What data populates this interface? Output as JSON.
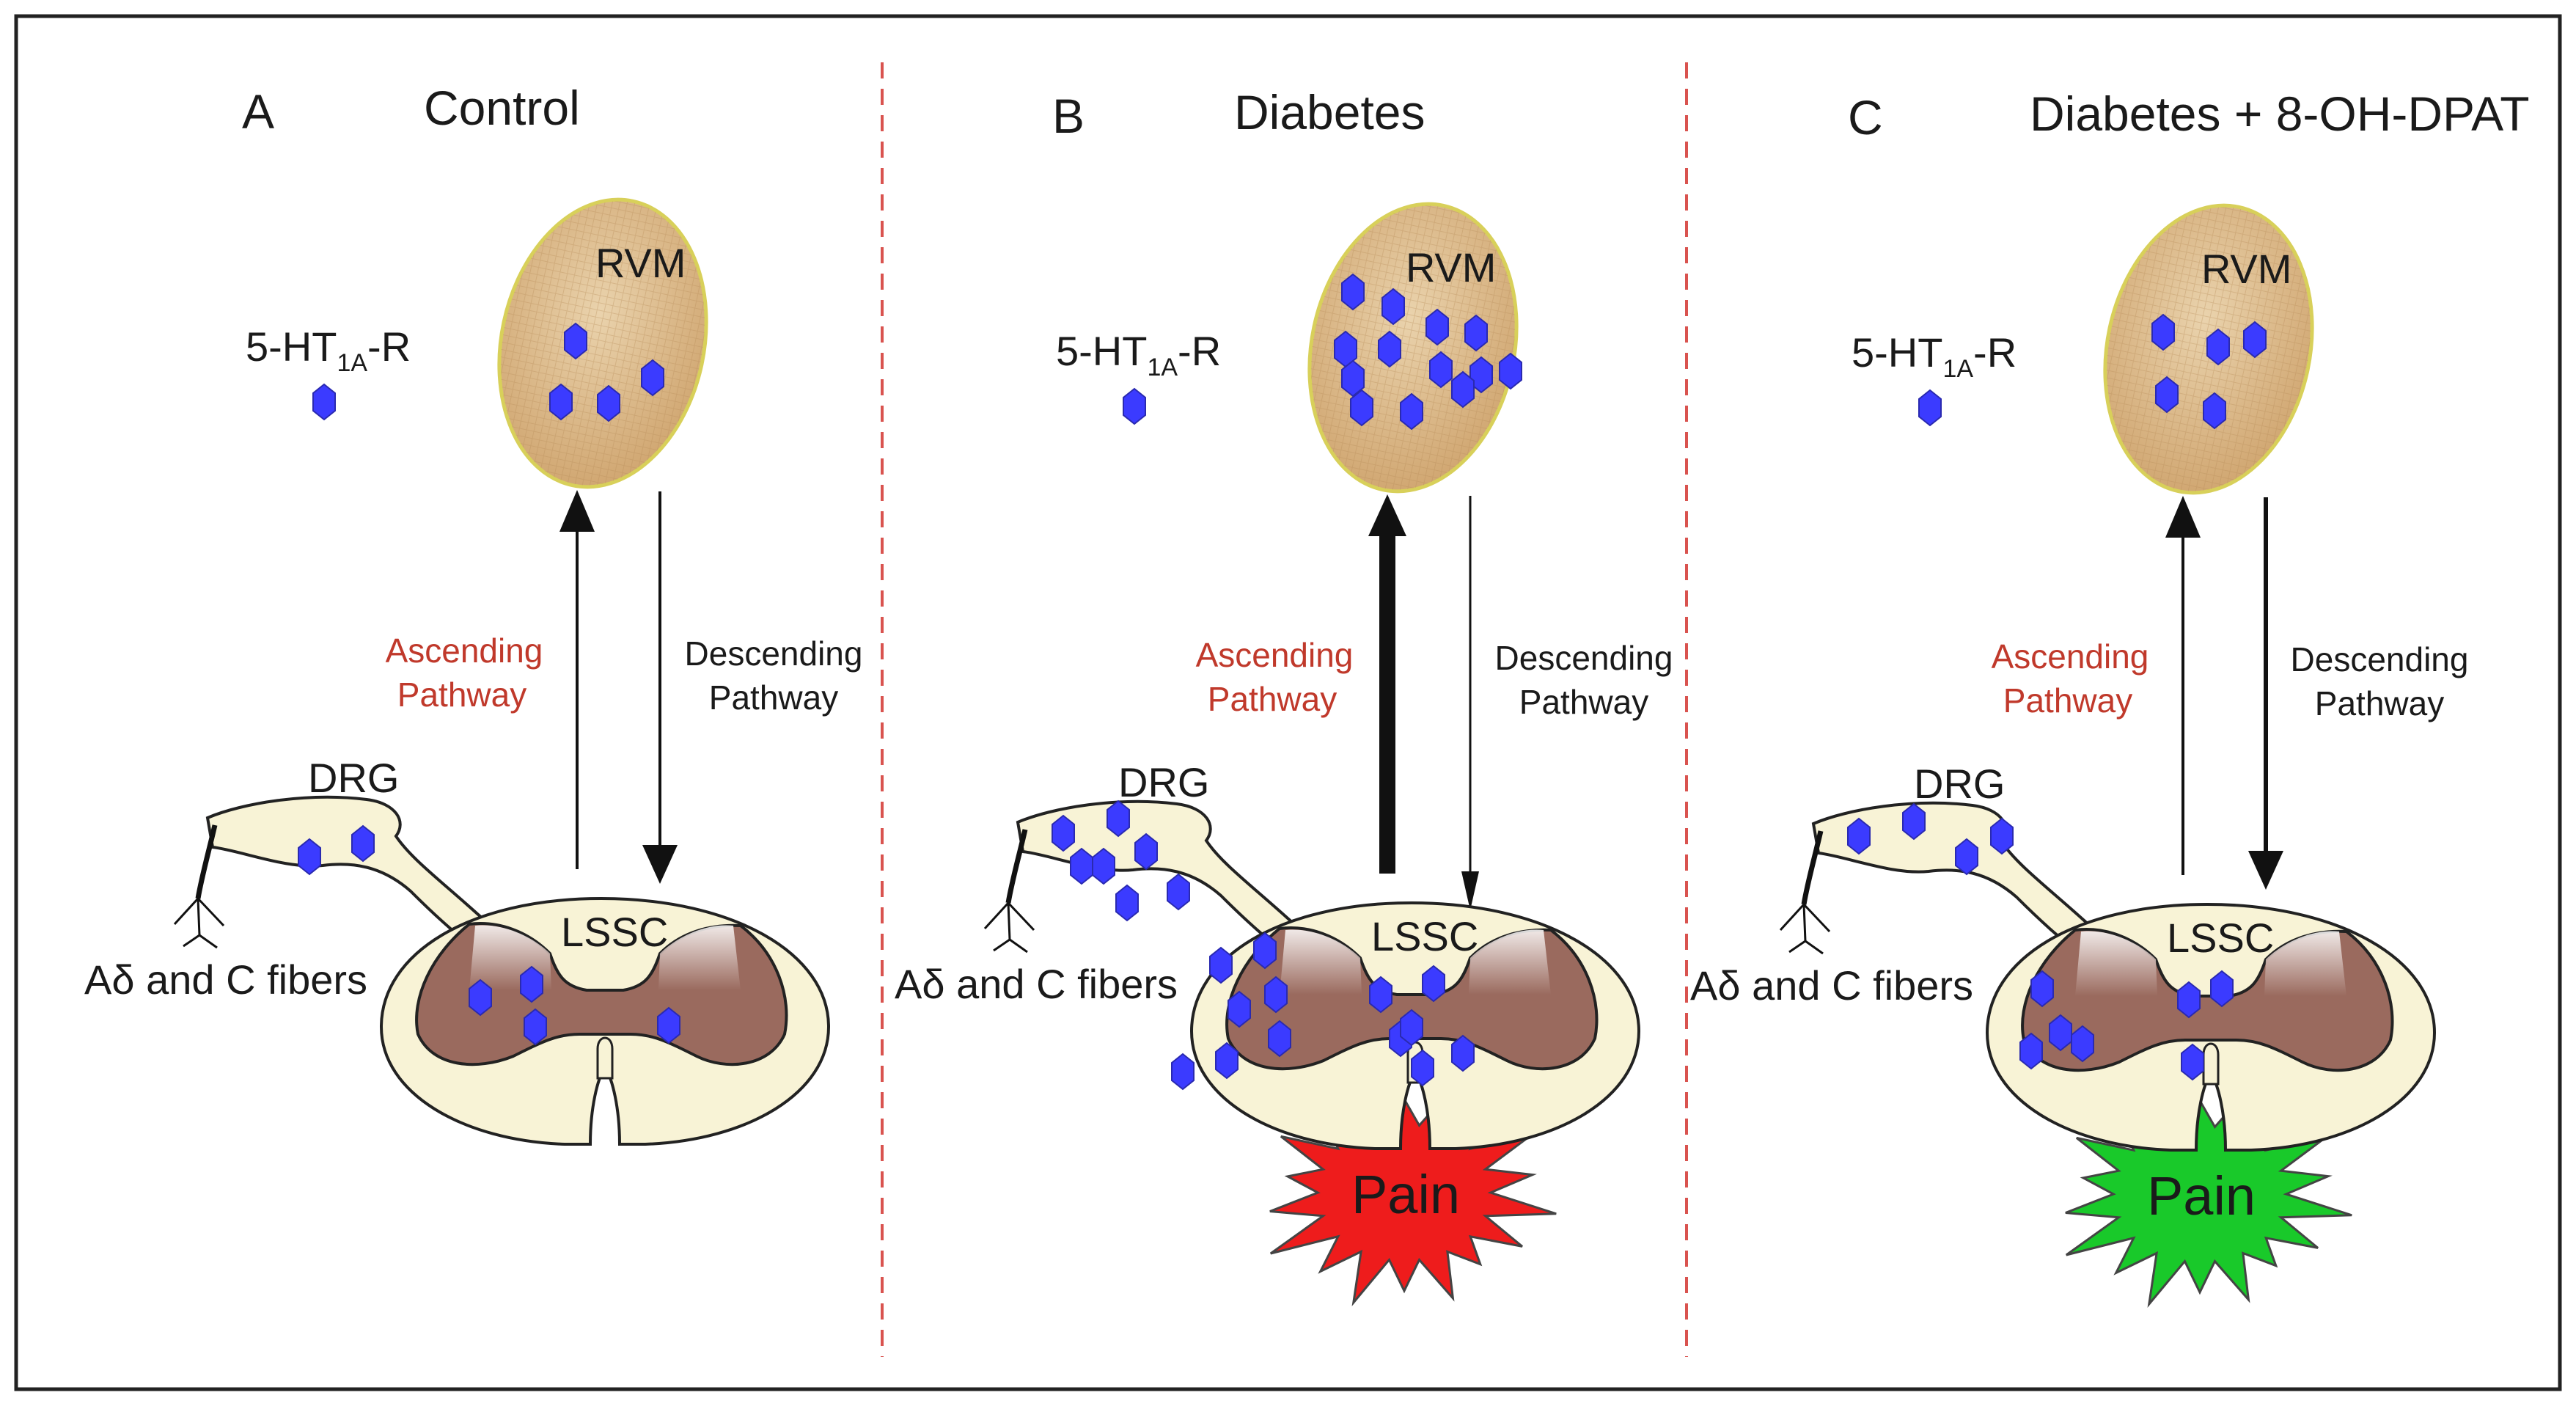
{
  "panels": [
    {
      "letter": "A",
      "title": "Control",
      "receptor_label": {
        "main": "5-HT",
        "sub": "1A",
        "suffix": "-R"
      },
      "rvm": "RVM",
      "ascending": [
        "Ascending",
        "Pathway"
      ],
      "descending": [
        "Descending",
        "Pathway"
      ],
      "drg": "DRG",
      "fibers": "Aδ and C fibers",
      "lssc": "LSSC",
      "pain": "",
      "rvm_receptor_count": 4,
      "drg_receptor_count": 2,
      "lssc_receptor_count": 4,
      "ascending_emphasis": "normal",
      "descending_emphasis": "normal",
      "pain_color": ""
    },
    {
      "letter": "B",
      "title": "Diabetes",
      "receptor_label": {
        "main": "5-HT",
        "sub": "1A",
        "suffix": "-R"
      },
      "rvm": "RVM",
      "ascending": [
        "Ascending",
        "Pathway"
      ],
      "descending": [
        "Descending",
        "Pathway"
      ],
      "drg": "DRG",
      "fibers": "Aδ and C fibers",
      "lssc": "LSSC",
      "pain": "Pain",
      "rvm_receptor_count": 13,
      "drg_receptor_count": 7,
      "lssc_receptor_count": 13,
      "ascending_emphasis": "strong",
      "descending_emphasis": "weak",
      "pain_color": "#ee1c1c"
    },
    {
      "letter": "C",
      "title": "Diabetes + 8-OH-DPAT",
      "receptor_label": {
        "main": "5-HT",
        "sub": "1A",
        "suffix": "-R"
      },
      "rvm": "RVM",
      "ascending": [
        "Ascending",
        "Pathway"
      ],
      "descending": [
        "Descending",
        "Pathway"
      ],
      "drg": "DRG",
      "fibers": "Aδ and C fibers",
      "lssc": "LSSC",
      "pain": "Pain",
      "rvm_receptor_count": 5,
      "drg_receptor_count": 4,
      "lssc_receptor_count": 7,
      "ascending_emphasis": "normal",
      "descending_emphasis": "strong",
      "pain_color": "#19c92a"
    }
  ],
  "colors": {
    "receptor": "#3b3bff",
    "rvm_fill": "#dcb98a",
    "cord_fill": "#f8f3d6",
    "grey_matter": "#9a6a5e",
    "divider": "#d9534f",
    "ascending_text": "#c0392b"
  }
}
